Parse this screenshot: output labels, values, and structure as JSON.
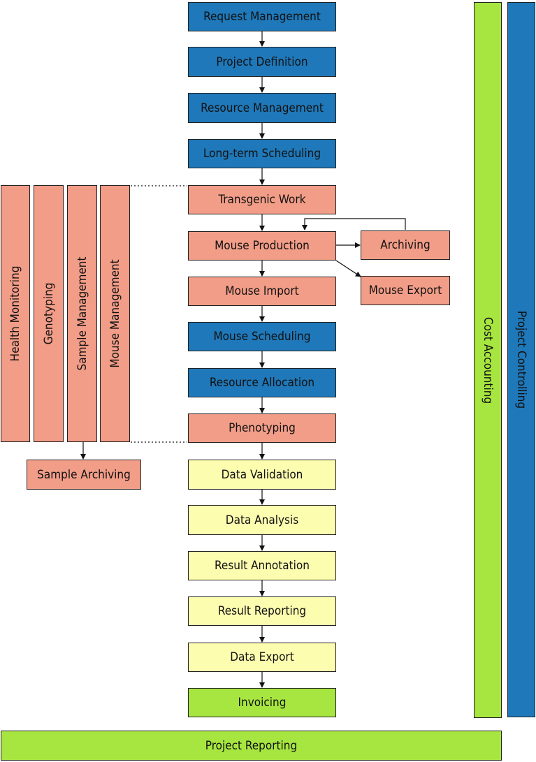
{
  "main_flow": {
    "request_management": "Request Management",
    "project_definition": "Project Definition",
    "resource_management": "Resource Management",
    "long_term_scheduling": "Long-term Scheduling",
    "transgenic_work": "Transgenic Work",
    "mouse_production": "Mouse Production",
    "mouse_import": "Mouse Import",
    "mouse_scheduling": "Mouse Scheduling",
    "resource_allocation": "Resource Allocation",
    "phenotyping": "Phenotyping",
    "data_validation": "Data Validation",
    "data_analysis": "Data Analysis",
    "result_annotation": "Result Annotation",
    "result_reporting": "Result Reporting",
    "data_export": "Data Export",
    "invoicing": "Invoicing"
  },
  "side_flow": {
    "archiving": "Archiving",
    "mouse_export": "Mouse Export"
  },
  "left_panel": {
    "health_monitoring": "Health Monitoring",
    "genotyping": "Genotyping",
    "sample_management": "Sample Management",
    "mouse_management": "Mouse Management",
    "sample_archiving": "Sample Archiving"
  },
  "right_panel": {
    "cost_accounting": "Cost Accounting",
    "project_controlling": "Project Controlling"
  },
  "bottom": {
    "project_reporting": "Project Reporting"
  },
  "colors": {
    "management": "#1f78b9",
    "mouse_work": "#f29d88",
    "data": "#fdfdb0",
    "finance": "#a7e640"
  }
}
